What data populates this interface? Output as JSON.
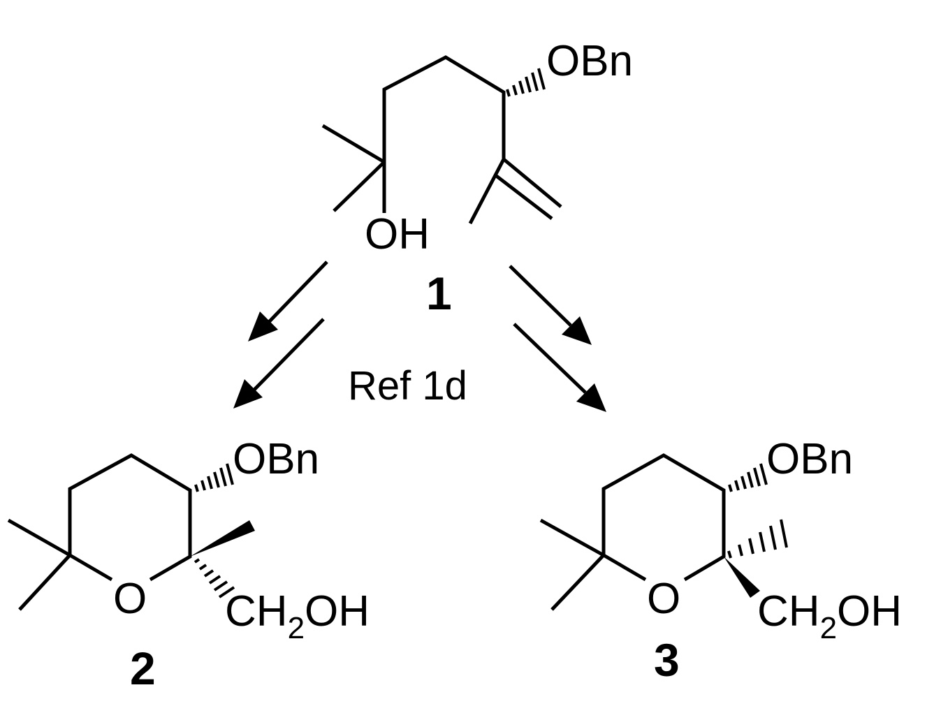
{
  "compounds": {
    "c1": {
      "number": "1",
      "obn": "OBn",
      "oh": "OH"
    },
    "c2": {
      "number": "2",
      "obn": "OBn",
      "ring_o": "O",
      "ch2oh_prefix": "CH",
      "ch2oh_sub": "2",
      "ch2oh_suffix": "OH"
    },
    "c3": {
      "number": "3",
      "obn": "OBn",
      "ring_o": "O",
      "ch2oh_prefix": "CH",
      "ch2oh_sub": "2",
      "ch2oh_suffix": "OH"
    }
  },
  "reaction": {
    "reference_label": "Ref 1d"
  }
}
